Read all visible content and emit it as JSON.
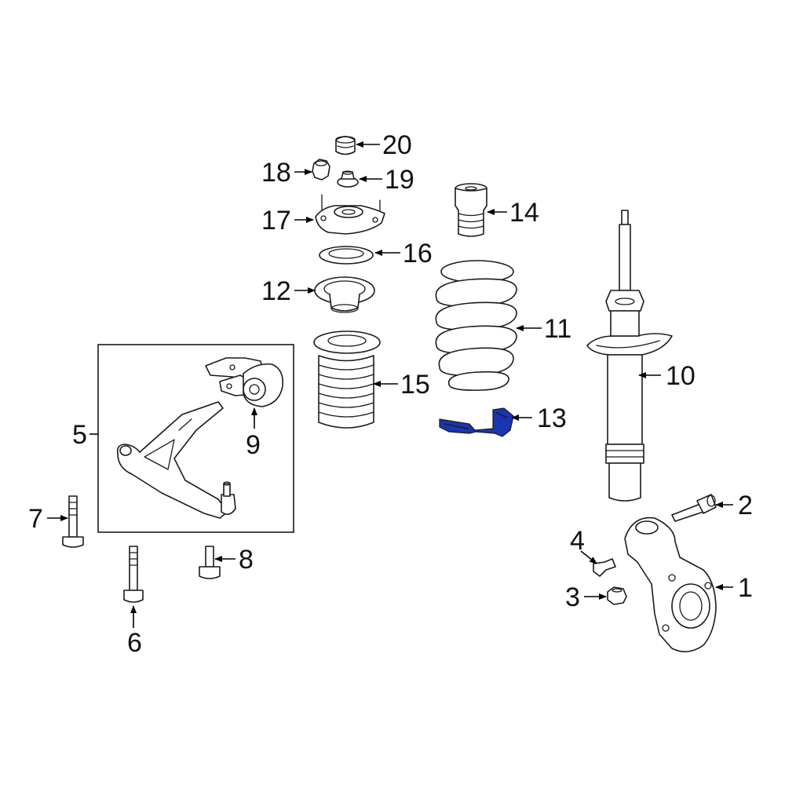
{
  "highlight_color": "#1a35b0",
  "highlighted_part": "13",
  "callouts": {
    "p1": "1",
    "p2": "2",
    "p3": "3",
    "p4": "4",
    "p5": "5",
    "p6": "6",
    "p7": "7",
    "p8": "8",
    "p9": "9",
    "p10": "10",
    "p11": "11",
    "p12": "12",
    "p13": "13",
    "p14": "14",
    "p15": "15",
    "p16": "16",
    "p17": "17",
    "p18": "18",
    "p19": "19",
    "p20": "20"
  }
}
